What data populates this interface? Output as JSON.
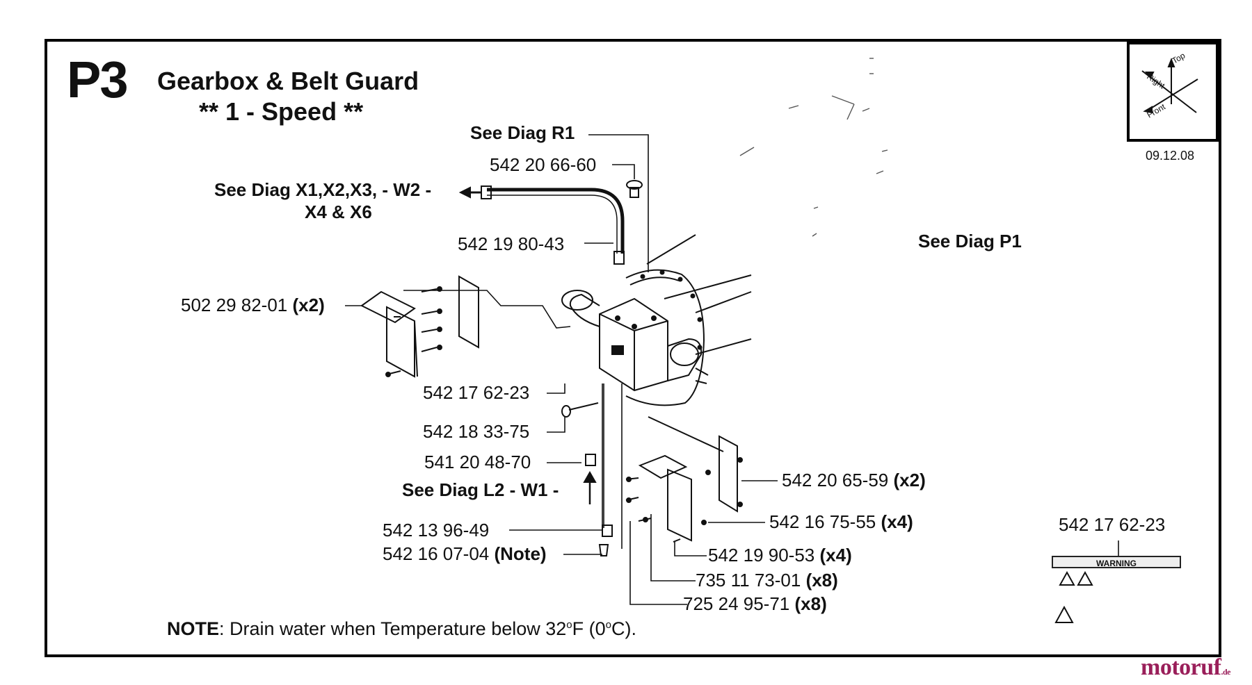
{
  "header": {
    "page_code": "P3",
    "title": "Gearbox & Belt Guard",
    "subtitle": "** 1 - Speed **",
    "date": "09.12.08"
  },
  "orientation": {
    "top": "Top",
    "right": "Right",
    "front": "Front"
  },
  "references": {
    "r1": "See Diag R1",
    "x": "See Diag X1,X2,X3, - W2 -",
    "x_line2": "X4 & X6",
    "p1": "See Diag P1",
    "l2": "See Diag L2 - W1 -"
  },
  "parts": {
    "p_542206660": "542 20 66-60",
    "p_542198043": "542 19 80-43",
    "p_502298201": "502 29 82-01",
    "p_502298201_qty": "(x2)",
    "p_542176223": "542 17 62-23",
    "p_542183375": "542 18 33-75",
    "p_541204870": "541 20 48-70",
    "p_542139649": "542 13 96-49",
    "p_542160704": "542 16 07-04",
    "p_542160704_qty": "(Note)",
    "p_542206559": "542 20 65-59",
    "p_542206559_qty": "(x2)",
    "p_542167555": "542 16 75-55",
    "p_542167555_qty": "(x4)",
    "p_542199053": "542 19 90-53",
    "p_542199053_qty": "(x4)",
    "p_735117301": "735 11 73-01",
    "p_735117301_qty": "(x8)",
    "p_725249571": "725 24 95-71",
    "p_725249571_qty": "(x8)",
    "p_decal": "542 17 62-23"
  },
  "decal": {
    "label": "WARNING"
  },
  "note": {
    "label": "NOTE",
    "text_a": ": Drain water when Temperature below 32",
    "sup_f": "o",
    "text_b": "F (0",
    "sup_c": "o",
    "text_c": "C)."
  },
  "watermark": {
    "brand": "motoruf",
    "tld": ".de"
  }
}
